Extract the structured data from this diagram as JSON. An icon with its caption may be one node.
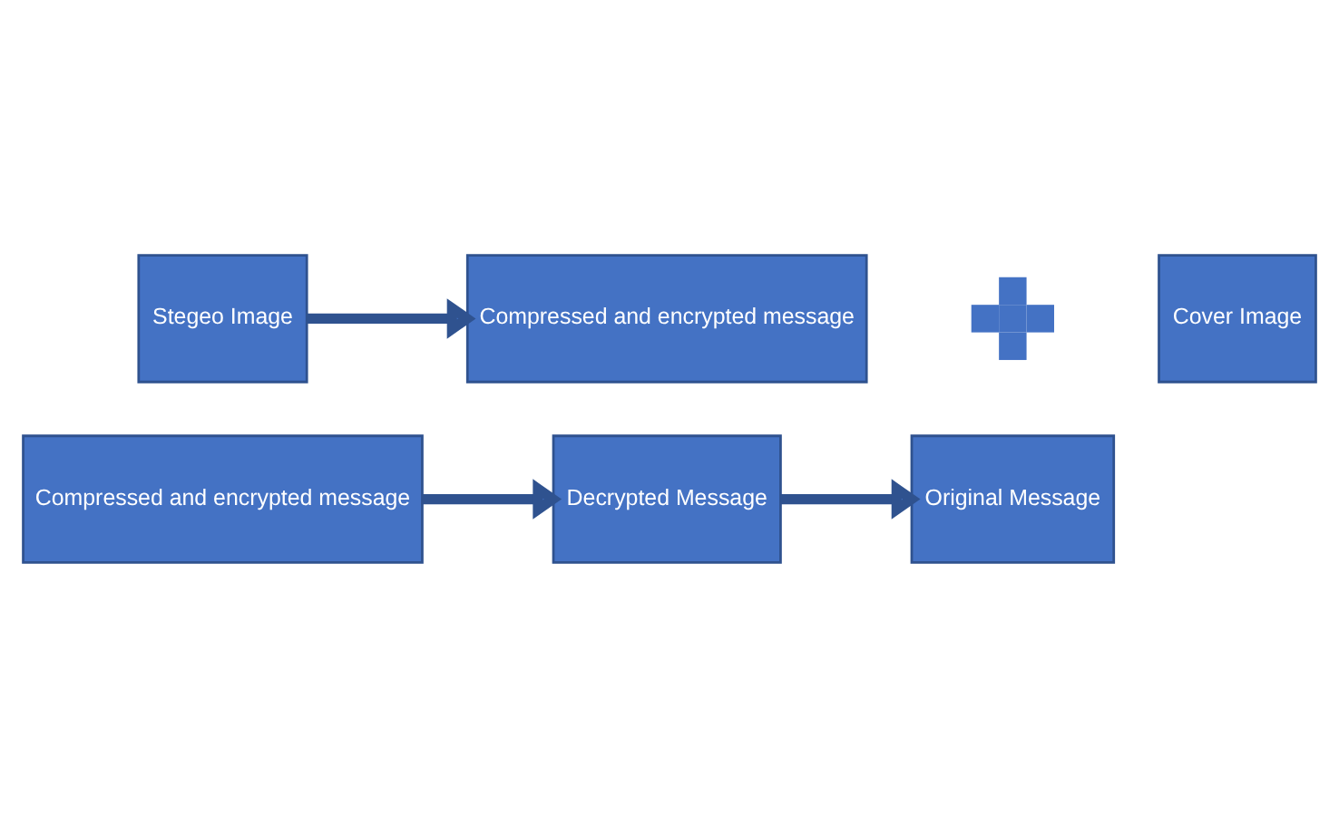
{
  "diagram": {
    "nodes": [
      {
        "text": [
          "Stegeo Image"
        ]
      },
      {
        "text": [
          "Compressed and encrypted message"
        ]
      },
      {
        "text": [],
        "shape": "plus"
      },
      {
        "text": [
          "Cover Image"
        ]
      },
      {
        "text": [
          "Compressed and encrypted message"
        ]
      },
      {
        "text": [
          "Decrypted Message"
        ]
      },
      {
        "text": [
          "Original Message"
        ]
      }
    ],
    "edges": [
      {
        "from": 0,
        "to": 1,
        "arrow": "to"
      },
      {
        "from": 4,
        "to": 5,
        "arrow": "to"
      },
      {
        "from": 5,
        "to": 6,
        "arrow": "to"
      }
    ]
  }
}
